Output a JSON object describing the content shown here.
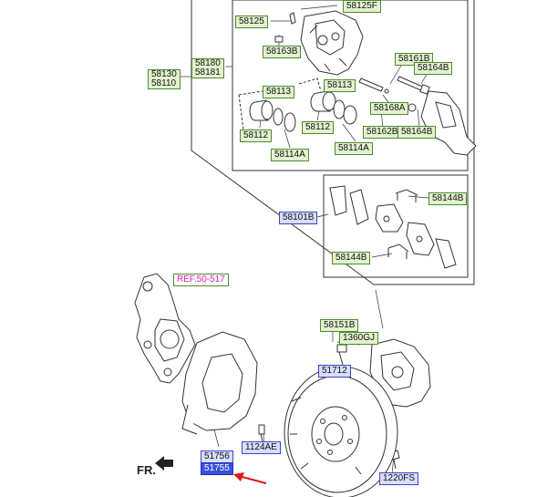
{
  "labels": {
    "l58125f": "58125F",
    "l58125": "58125",
    "l58163b": "58163B",
    "l58130": "58130",
    "l58110": "58110",
    "l58180": "58180",
    "l58181": "58181",
    "l58161b": "58161B",
    "l58164b_top": "58164B",
    "l58113_left": "58113",
    "l58113_mid": "58113",
    "l58112_left": "58112",
    "l58112_mid": "58112",
    "l58114a_left": "58114A",
    "l58114a_mid": "58114A",
    "l58168a": "58168A",
    "l58162b": "58162B",
    "l58164b_low": "58164B",
    "l58144b_top": "58144B",
    "l58101b": "58101B",
    "l58144b_low": "58144B",
    "ref": "REF.50-517",
    "l58151b": "58151B",
    "l1360gj": "1360GJ",
    "l51712": "51712",
    "l1124ae": "1124AE",
    "l1220fs": "1220FS",
    "l51756": "51756",
    "l51755": "51755",
    "fr": "FR."
  },
  "colors": {
    "engine_part_fill": "#e3f2cf",
    "engine_part_border": "#4d8a2e",
    "chassis_part_fill": "#d8ddf9",
    "chassis_part_border": "#3a46c9",
    "selected_fill": "#3c4fe0",
    "reference_text": "#e020b6",
    "pointer_arrow": "#e01818"
  }
}
